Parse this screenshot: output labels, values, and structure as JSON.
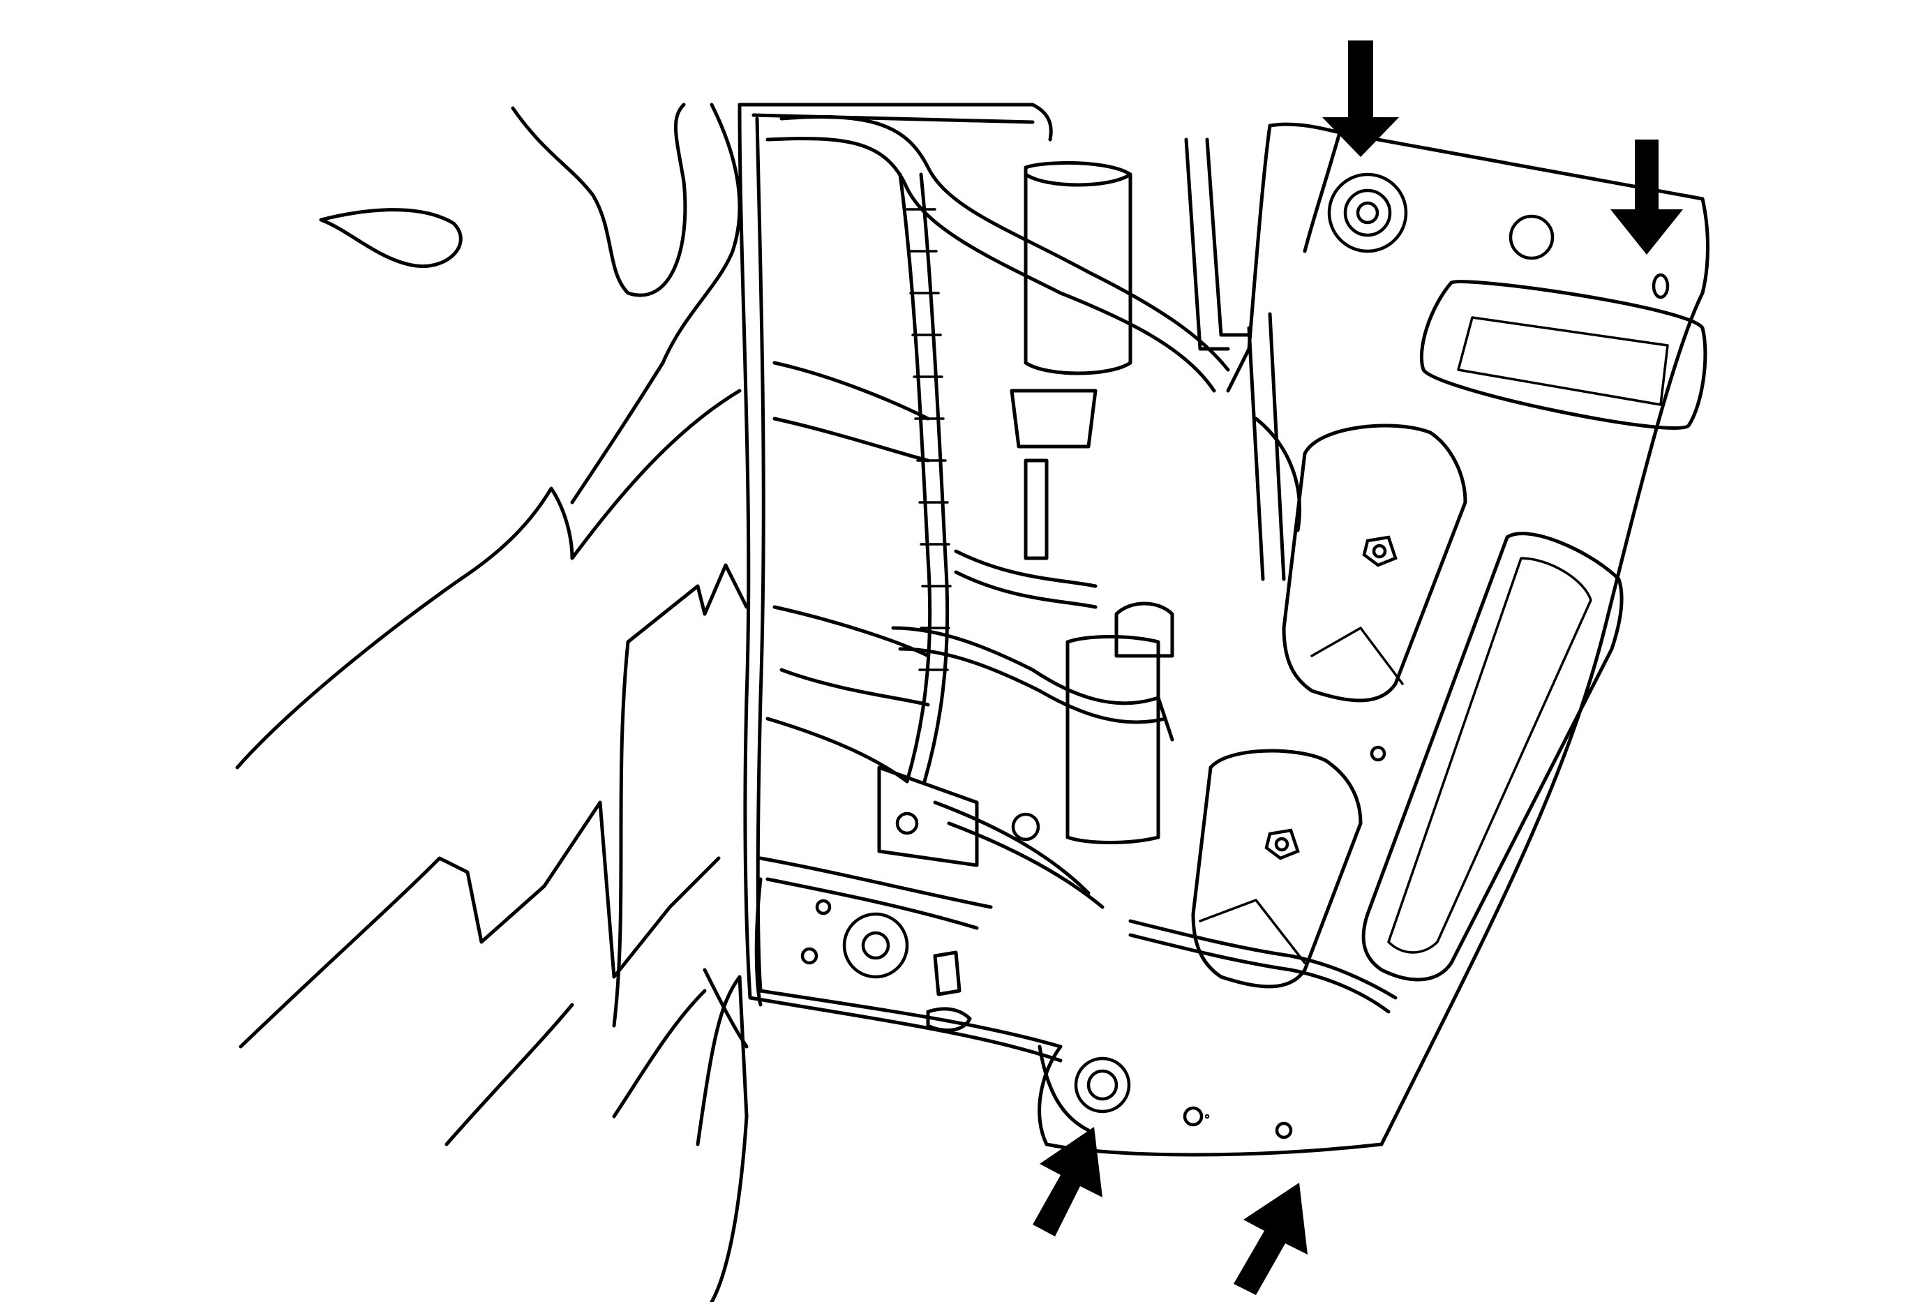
{
  "diagram": {
    "subject": "seat-frame-underside-fasteners",
    "stroke_color": "#000000",
    "background_color": "#ffffff",
    "callout_arrows": [
      {
        "name": "arrow-top-center",
        "points_to": "upper-left-mounting-bolt"
      },
      {
        "name": "arrow-top-right",
        "points_to": "upper-right-stud-hole"
      },
      {
        "name": "arrow-bottom-left",
        "points_to": "lower-left-mounting-bolt"
      },
      {
        "name": "arrow-bottom-right",
        "points_to": "lower-right-hole"
      }
    ]
  }
}
